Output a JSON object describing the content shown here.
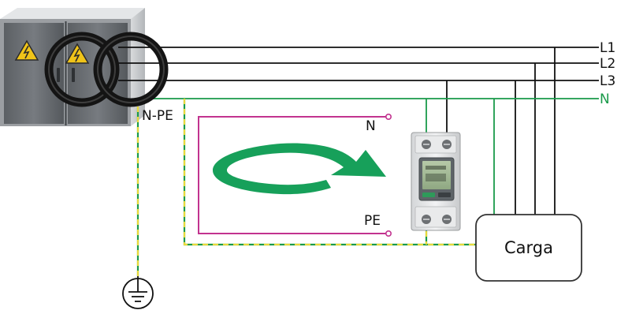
{
  "labels": {
    "l1": "L1",
    "l2": "L2",
    "l3": "L3",
    "n": "N",
    "n_pe": "N-PE",
    "meter_n": "N",
    "meter_pe": "PE",
    "load": "Carga"
  },
  "colors": {
    "phase_line": "#111111",
    "neutral_line": "#1a9a4a",
    "pe_dash_yellow": "#e8d93a",
    "test_loop": "#c2338f",
    "arrow_green": "#17a05a",
    "cabinet_gray": "#8c8f93"
  },
  "icons": {
    "cabinet": "electrical-cabinet-icon",
    "warning": "high-voltage-warning-icon",
    "ct_rings": "current-transformer-rings-icon",
    "meter": "din-rail-energy-meter-icon",
    "arrow": "circular-arrow-icon",
    "ground": "ground-symbol-icon"
  }
}
